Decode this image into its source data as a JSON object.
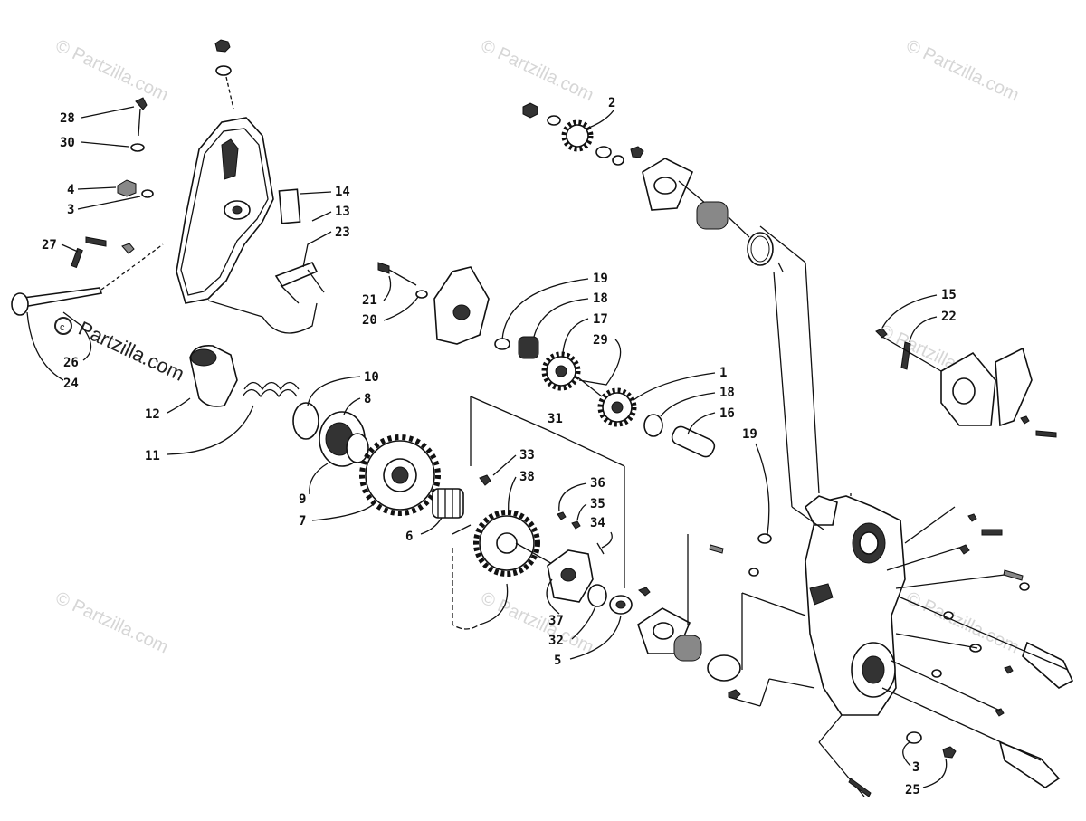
{
  "watermarks": {
    "text": "© Partzilla.com",
    "center_text": "Partzilla.com"
  },
  "callouts": [
    "1",
    "2",
    "3",
    "4",
    "5",
    "6",
    "7",
    "8",
    "9",
    "10",
    "11",
    "12",
    "13",
    "14",
    "15",
    "16",
    "17",
    "18",
    "19",
    "20",
    "21",
    "22",
    "23",
    "24",
    "25",
    "26",
    "27",
    "28",
    "29",
    "30",
    "31",
    "32",
    "33",
    "34",
    "35",
    "36",
    "37",
    "38"
  ],
  "callout_extra": {
    "18b": "18",
    "19b": "19",
    "3b": "3"
  }
}
